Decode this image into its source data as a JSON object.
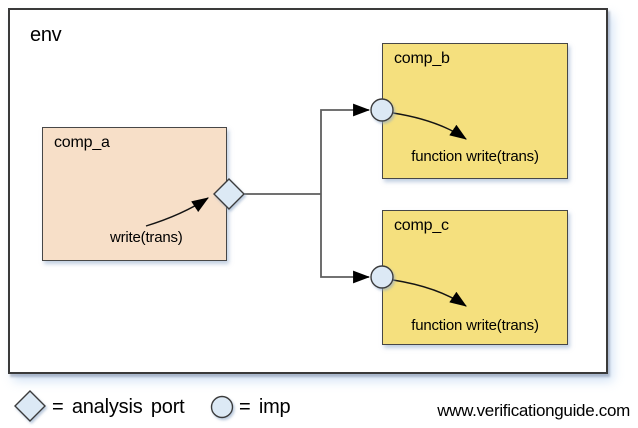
{
  "env": {
    "label": "env"
  },
  "comp_a": {
    "label": "comp_a",
    "method": "write(trans)"
  },
  "comp_b": {
    "label": "comp_b",
    "method": "function write(trans)"
  },
  "comp_c": {
    "label": "comp_c",
    "method": "function write(trans)"
  },
  "legend": {
    "analysis_port": "= analysis port",
    "imp": "= imp"
  },
  "footer": {
    "website": "www.verificationguide.com"
  },
  "colors": {
    "comp_a_fill": "#F7DFC8",
    "comp_b_fill": "#F5E07E",
    "comp_c_fill": "#F5E07E",
    "port_fill": "#DCE9F5",
    "shape_stroke": "#3b3b3b",
    "connector_line": "#5f5f5f",
    "arrow_fill": "#000000"
  }
}
